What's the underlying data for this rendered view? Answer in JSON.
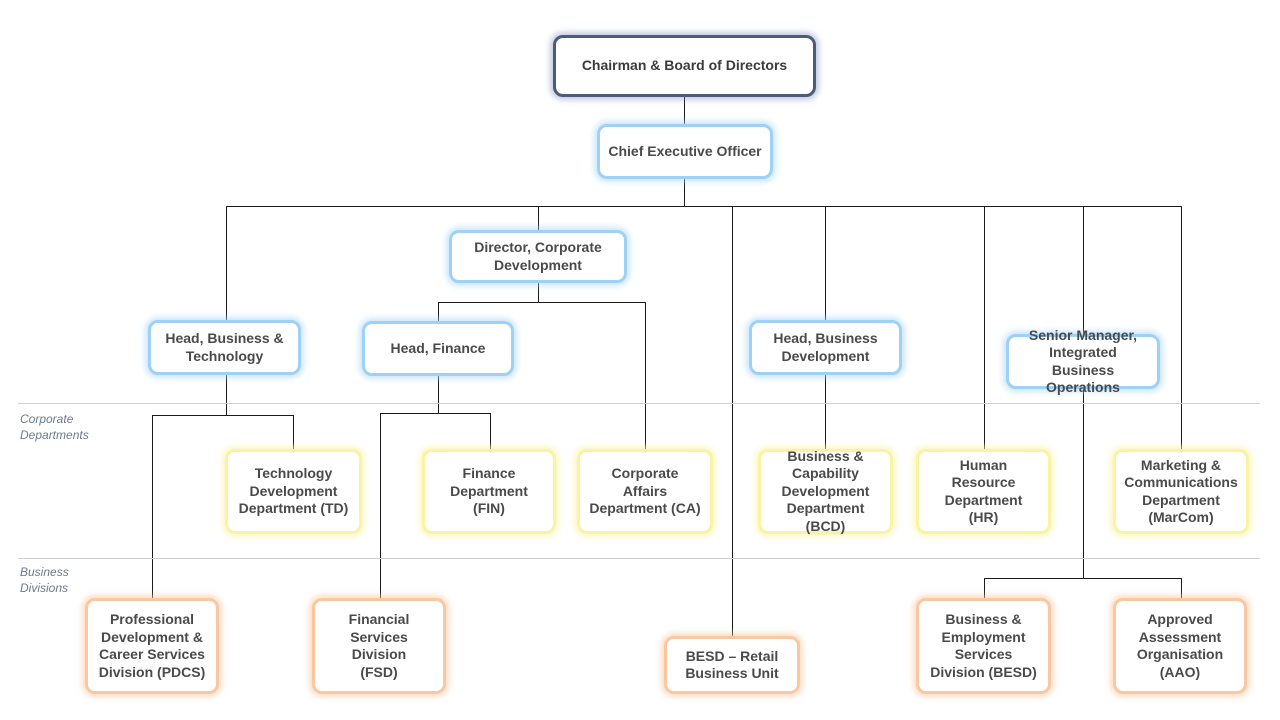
{
  "sections": {
    "corporate": "Corporate\nDepartments",
    "business": "Business\nDivisions"
  },
  "nodes": {
    "chairman": "Chairman & Board of Directors",
    "ceo": "Chief Executive Officer",
    "director_cd": "Director, Corporate\nDevelopment",
    "head_bt": "Head, Business &\nTechnology",
    "head_fin": "Head, Finance",
    "head_bd": "Head, Business\nDevelopment",
    "sm_ibo": "Senior Manager,\nIntegrated Business\nOperations",
    "td": "Technology\nDevelopment\nDepartment (TD)",
    "fin": "Finance\nDepartment\n(FIN)",
    "ca": "Corporate\nAffairs\nDepartment (CA)",
    "bcd": "Business &\nCapability\nDevelopment\nDepartment (BCD)",
    "hr": "Human Resource\nDepartment\n(HR)",
    "marcom": "Marketing &\nCommunications\nDepartment\n(MarCom)",
    "pdcs": "Professional\nDevelopment &\nCareer Services\nDivision (PDCS)",
    "fsd": "Financial\nServices\nDivision\n(FSD)",
    "besd_retail": "BESD – Retail\nBusiness Unit",
    "besd": "Business &\nEmployment\nServices\nDivision (BESD)",
    "aao": "Approved\nAssessment\nOrganisation\n(AAO)"
  },
  "colors": {
    "board": "#4d5a7a",
    "management": "#9fd0f5",
    "corporate_department": "#f9f3a2",
    "business_division": "#f9c8a3",
    "connector": "#1a1a1a"
  }
}
